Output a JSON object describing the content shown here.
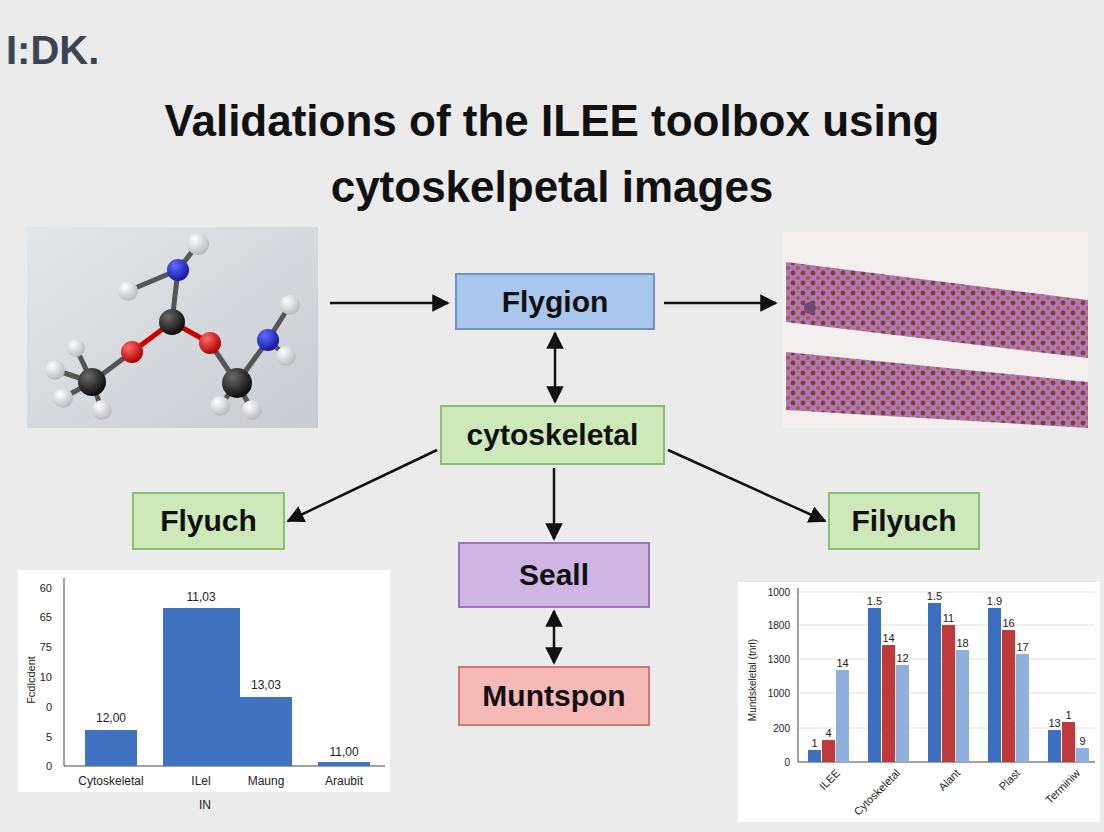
{
  "diagram": {
    "title": "Validations of the ILEE toolbox using cytoskelpetal images",
    "nodes": [
      {
        "text": [
          "Flygion"
        ]
      },
      {
        "text": [
          "cytoskeletal"
        ]
      },
      {
        "text": [
          "Flyuch"
        ]
      },
      {
        "text": [
          "Filyuch"
        ]
      },
      {
        "text": [
          "Seall"
        ]
      },
      {
        "text": [
          "Muntspon"
        ]
      }
    ],
    "edges": [
      {
        "from": 0,
        "to": 1,
        "arrow": "both"
      },
      {
        "from": 1,
        "to": 2,
        "arrow": "to"
      },
      {
        "from": 1,
        "to": 3,
        "arrow": "to"
      },
      {
        "from": 1,
        "to": 4,
        "arrow": "to"
      },
      {
        "from": 4,
        "to": 5,
        "arrow": "both"
      }
    ],
    "labels": [
      "I:DK.",
      "60",
      "65",
      "75",
      "10",
      "0",
      "5",
      "0",
      "Fcdlcdent",
      "12,00",
      "11,03",
      "13,03",
      "11,00",
      "Cytoskeletal",
      "ILel",
      "Maung",
      "Araubit",
      "IN",
      "1000",
      "1800",
      "1300",
      "1000",
      "200",
      "0",
      "Mundskeletal (tnrl)",
      "1",
      "4",
      "14",
      "1.5",
      "14",
      "12",
      "1.5",
      "11",
      "18",
      "1.9",
      "16",
      "17",
      "13",
      "1",
      "9",
      "ILEE",
      "Cytoskeletal",
      "Alant",
      "Plast",
      "Terminiw"
    ]
  }
}
